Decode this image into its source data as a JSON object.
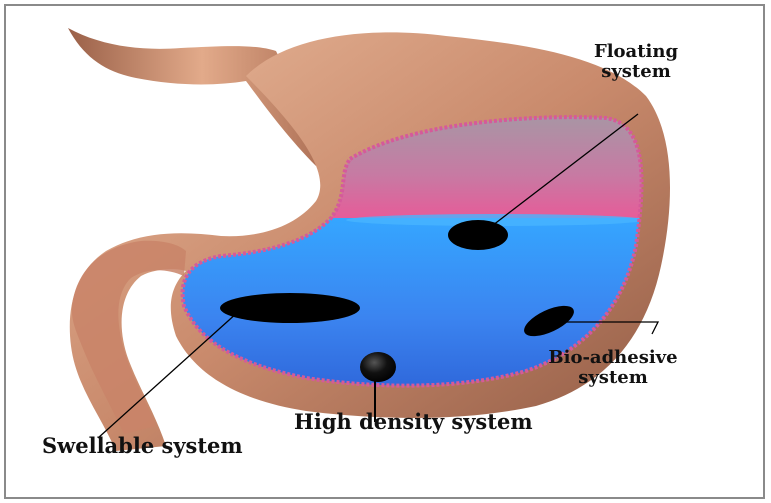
{
  "diagram": {
    "labels": {
      "floating": [
        "Floating",
        "system"
      ],
      "bioadhesive": [
        "Bio-adhesive",
        "system"
      ],
      "high_density": "High density system",
      "swellable": "Swellable system"
    },
    "colors": {
      "stomach_wall": "#c98a6c",
      "stomach_highlight": "#e8b89a",
      "stomach_shadow": "#8f5a44",
      "gas_top": "#a98f99",
      "gas_bottom": "#e45a9a",
      "fluid_top": "#2f9cff",
      "fluid_bottom": "#2a5fd6",
      "lining_dots": "#d55a9a",
      "dosage_form": "#000000"
    }
  }
}
